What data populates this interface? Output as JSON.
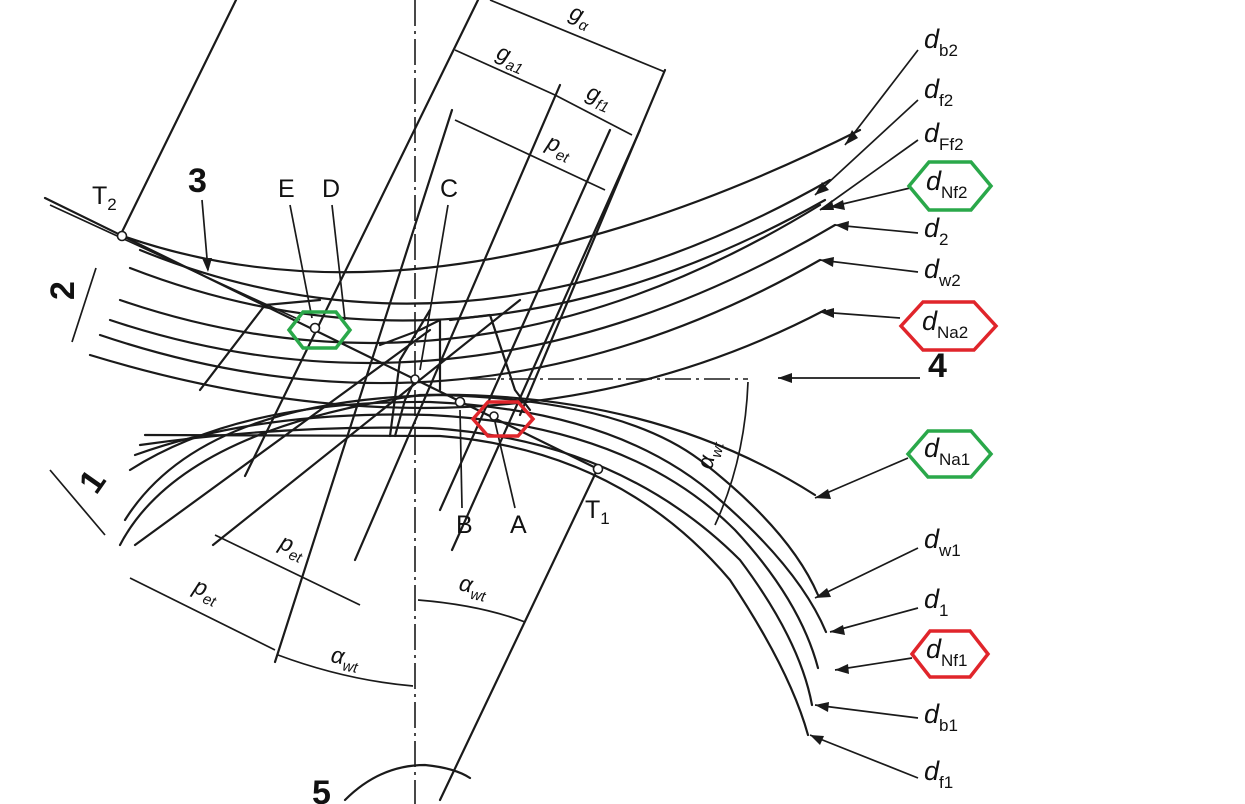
{
  "colors": {
    "green": "#2aa84a",
    "red": "#e0252b",
    "ink": "#1a1a1a"
  },
  "diameter_labels": [
    {
      "id": "db2",
      "base": "d",
      "sub": "b2",
      "highlight": "none"
    },
    {
      "id": "df2",
      "base": "d",
      "sub": "f2",
      "highlight": "none"
    },
    {
      "id": "dFf2",
      "base": "d",
      "sub": "Ff2",
      "highlight": "none"
    },
    {
      "id": "dNf2",
      "base": "d",
      "sub": "Nf2",
      "highlight": "green"
    },
    {
      "id": "d2",
      "base": "d",
      "sub": "2",
      "highlight": "none"
    },
    {
      "id": "dw2",
      "base": "d",
      "sub": "w2",
      "highlight": "none"
    },
    {
      "id": "dNa2",
      "base": "d",
      "sub": "Na2",
      "highlight": "red"
    },
    {
      "id": "dNa1",
      "base": "d",
      "sub": "Na1",
      "highlight": "green"
    },
    {
      "id": "dw1",
      "base": "d",
      "sub": "w1",
      "highlight": "none"
    },
    {
      "id": "d1",
      "base": "d",
      "sub": "1",
      "highlight": "none"
    },
    {
      "id": "dNf1",
      "base": "d",
      "sub": "Nf1",
      "highlight": "red"
    },
    {
      "id": "db1",
      "base": "d",
      "sub": "b1",
      "highlight": "none"
    },
    {
      "id": "df1",
      "base": "d",
      "sub": "f1",
      "highlight": "none"
    }
  ],
  "points": {
    "T2": {
      "base": "T",
      "sub": "2"
    },
    "T1": {
      "base": "T",
      "sub": "1"
    },
    "A": "A",
    "B": "B",
    "C": "C",
    "D": "D",
    "E": "E"
  },
  "numbers": {
    "n1": "1",
    "n2": "2",
    "n3": "3",
    "n4": "4",
    "n5": "5"
  },
  "dimensions": {
    "g_alpha": {
      "base": "g",
      "sub": "α"
    },
    "g_a1": {
      "base": "g",
      "sub": "a1"
    },
    "g_f1": {
      "base": "g",
      "sub": "f1"
    },
    "p_et": {
      "base": "p",
      "sub": "et"
    },
    "alpha_wt": {
      "base": "α",
      "sub": "wt"
    }
  }
}
